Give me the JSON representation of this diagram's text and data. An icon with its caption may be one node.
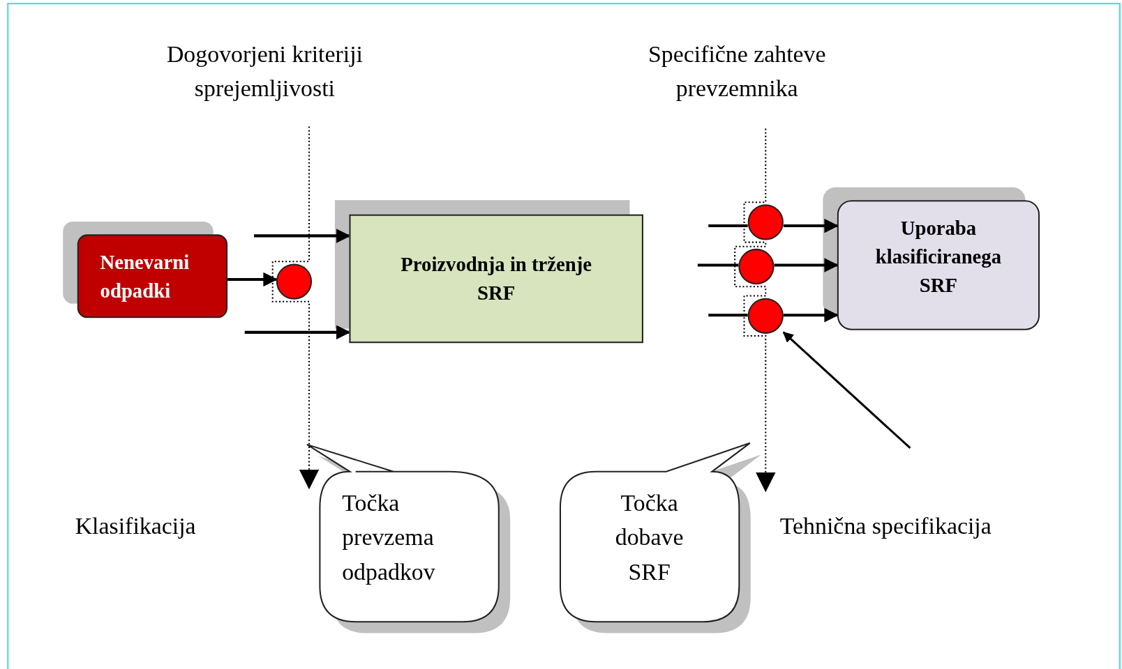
{
  "diagram": {
    "nodes": [
      {
        "text": [
          "Dogovorjeni kriteriji sprejemljivosti"
        ]
      },
      {
        "text": [
          "Nenevarni odpadki"
        ]
      },
      {
        "text": [
          "Proizvodnja in trženje SRF"
        ]
      },
      {
        "text": [
          "Specifične zahteve prevzemnika"
        ]
      },
      {
        "text": [
          "Uporaba klasificiranega SRF"
        ]
      },
      {
        "text": [],
        "shape": "circle"
      },
      {
        "text": [],
        "shape": "circle"
      },
      {
        "text": [],
        "shape": "circle"
      },
      {
        "text": [],
        "shape": "circle"
      },
      {
        "text": [
          "Točka prevzema odpadkov"
        ]
      },
      {
        "text": [
          "Točka dobave SRF"
        ]
      }
    ],
    "edges": [
      {
        "from": 0,
        "to": 9,
        "arrow": "to",
        "style": "dashed"
      },
      {
        "from": 3,
        "to": 10,
        "arrow": "to",
        "style": "dashed"
      },
      {
        "from": null,
        "to": 2,
        "arrow": "to"
      },
      {
        "from": null,
        "to": 2,
        "arrow": "to"
      },
      {
        "from": 1,
        "to": 5,
        "arrow": "to"
      },
      {
        "from": null,
        "to": 6,
        "arrow": "none"
      },
      {
        "from": 6,
        "to": 4,
        "arrow": "to"
      },
      {
        "from": null,
        "to": 7,
        "arrow": "none"
      },
      {
        "from": 7,
        "to": 4,
        "arrow": "to"
      },
      {
        "from": null,
        "to": 8,
        "arrow": "none"
      },
      {
        "from": 8,
        "to": 4,
        "arrow": "to"
      },
      {
        "from": null,
        "to": 8,
        "arrow": "to"
      }
    ],
    "labels": [
      "Klasifikacija",
      "Tehnična specifikacija"
    ]
  }
}
